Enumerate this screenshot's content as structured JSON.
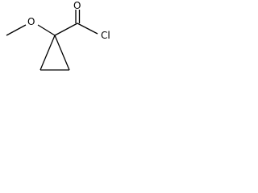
{
  "molecule": {
    "atoms": {
      "carbonyl_oxygen": "O",
      "methoxy_oxygen": "O",
      "chlorine": "Cl"
    }
  }
}
